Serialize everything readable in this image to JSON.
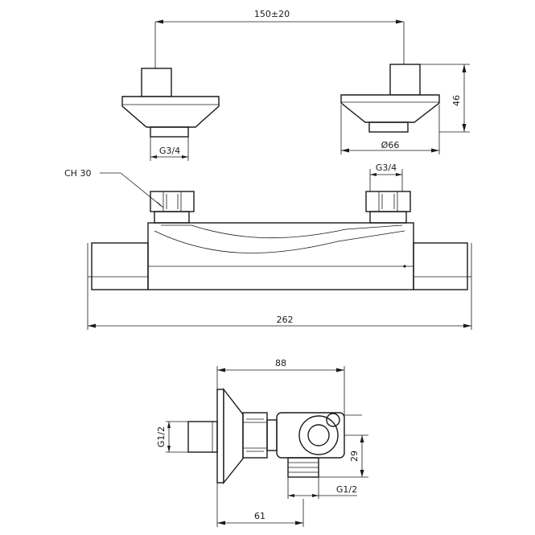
{
  "dimensions": {
    "spacing_top": "150±20",
    "height_46": "46",
    "diameter_66": "Ø66",
    "thread_left_top": "G3/4",
    "thread_right_top": "G3/4",
    "wrench_size": "CH 30",
    "total_width": "262",
    "depth_88": "88",
    "thread_inlet_side": "G1/2",
    "height_29": "29",
    "thread_outlet": "G1/2",
    "offset_61": "61"
  },
  "colors": {
    "line": "#1a1a1a",
    "background": "#ffffff"
  }
}
